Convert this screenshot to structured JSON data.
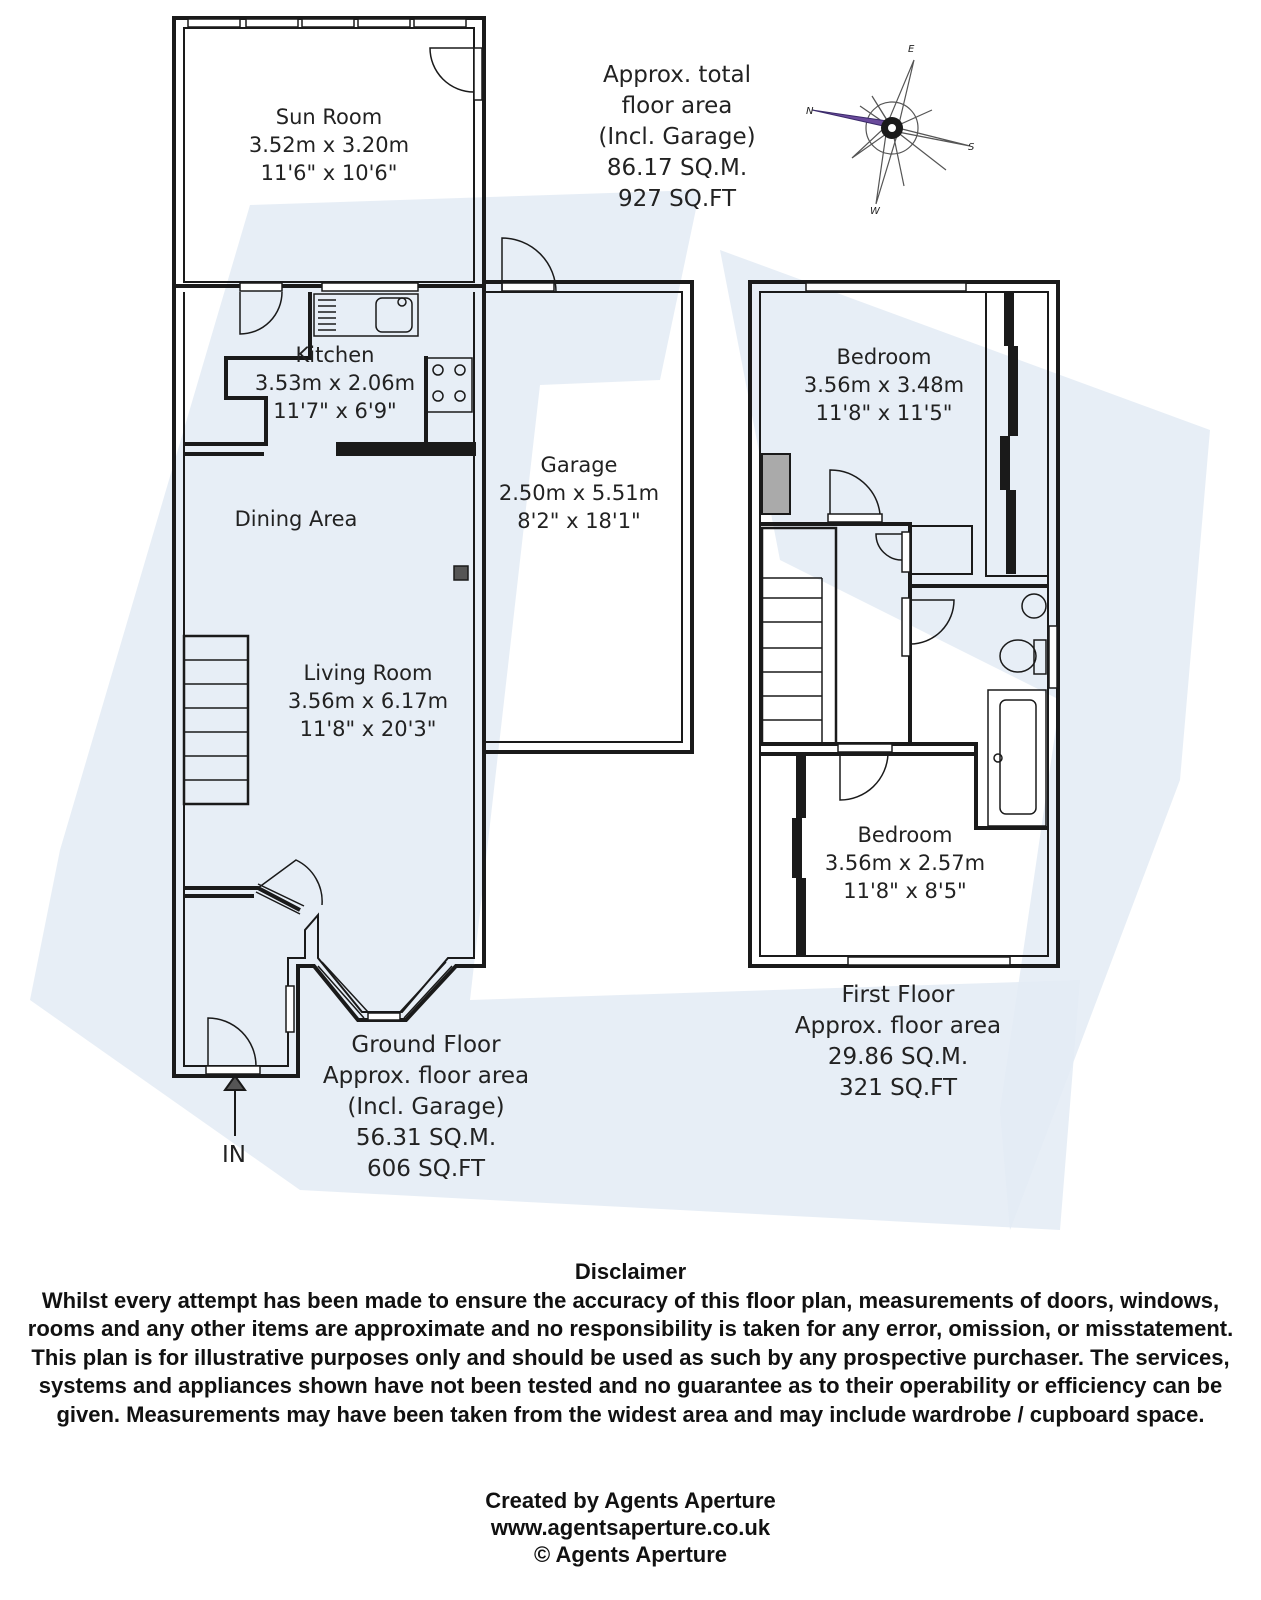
{
  "colors": {
    "wall": "#1a1a1a",
    "watermark": "#e3ebf4",
    "compass_needle": "#6a4a9c",
    "window": "#ffffff"
  },
  "summary": {
    "line1": "Approx. total",
    "line2": "floor area",
    "line3": "(Incl. Garage)",
    "line4": "86.17 SQ.M.",
    "line5": "927 SQ.FT"
  },
  "compass": {
    "n": "N",
    "e": "E",
    "s": "S",
    "w": "W"
  },
  "rooms": {
    "sun_room": {
      "name": "Sun Room",
      "metric": "3.52m x 3.20m",
      "imperial": "11'6\" x 10'6\""
    },
    "kitchen": {
      "name": "Kitchen",
      "metric": "3.53m x 2.06m",
      "imperial": "11'7\" x 6'9\""
    },
    "dining": {
      "name": "Dining Area"
    },
    "living": {
      "name": "Living Room",
      "metric": "3.56m x 6.17m",
      "imperial": "11'8\" x 20'3\""
    },
    "garage": {
      "name": "Garage",
      "metric": "2.50m x 5.51m",
      "imperial": "8'2\" x 18'1\""
    },
    "bedroom1": {
      "name": "Bedroom",
      "metric": "3.56m x 3.48m",
      "imperial": "11'8\" x 11'5\""
    },
    "bedroom2": {
      "name": "Bedroom",
      "metric": "3.56m x 2.57m",
      "imperial": "11'8\" x 8'5\""
    }
  },
  "entrance_label": "IN",
  "ground_floor": {
    "line1": "Ground Floor",
    "line2": "Approx. floor area",
    "line3": "(Incl. Garage)",
    "line4": "56.31 SQ.M.",
    "line5": "606 SQ.FT"
  },
  "first_floor": {
    "line1": "First Floor",
    "line2": "Approx. floor area",
    "line3": "29.86 SQ.M.",
    "line4": "321 SQ.FT"
  },
  "disclaimer": {
    "title": "Disclaimer",
    "body": "Whilst every attempt has been made to ensure the accuracy of this floor plan, measurements of doors, windows, rooms and any other items are approximate and no responsibility is taken for any error, omission, or misstatement. This plan is for illustrative purposes only and should be used as such by any prospective purchaser. The services, systems and appliances shown have not been tested and no guarantee as to their operability or efficiency can be given. Measurements may have been taken from the widest area and may include wardrobe / cupboard space."
  },
  "credits": {
    "line1": "Created by Agents Aperture",
    "line2": "www.agentsaperture.co.uk",
    "line3": "© Agents Aperture"
  }
}
